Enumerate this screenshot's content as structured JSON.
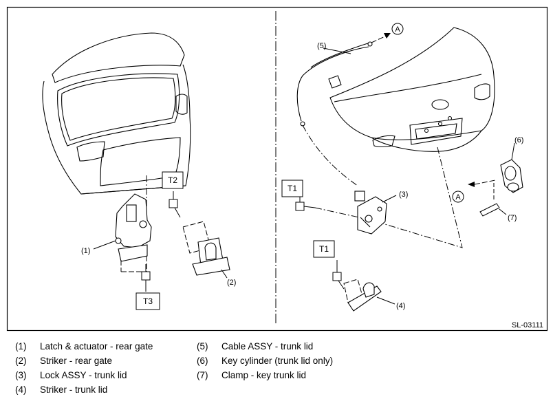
{
  "figure_id": "SL-03111",
  "torque_tags": [
    "T2",
    "T3",
    "T1",
    "T1"
  ],
  "callouts": [
    "(1)",
    "(2)",
    "(3)",
    "(4)",
    "(5)",
    "(6)",
    "(7)"
  ],
  "view_markers": [
    "A",
    "A"
  ],
  "legend": [
    {
      "num": "(1)",
      "text": "Latch & actuator - rear gate"
    },
    {
      "num": "(2)",
      "text": "Striker - rear gate"
    },
    {
      "num": "(3)",
      "text": "Lock ASSY - trunk lid"
    },
    {
      "num": "(4)",
      "text": "Striker - trunk lid"
    },
    {
      "num": "(5)",
      "text": "Cable ASSY - trunk lid"
    },
    {
      "num": "(6)",
      "text": "Key cylinder (trunk lid only)"
    },
    {
      "num": "(7)",
      "text": "Clamp - key trunk lid"
    }
  ]
}
